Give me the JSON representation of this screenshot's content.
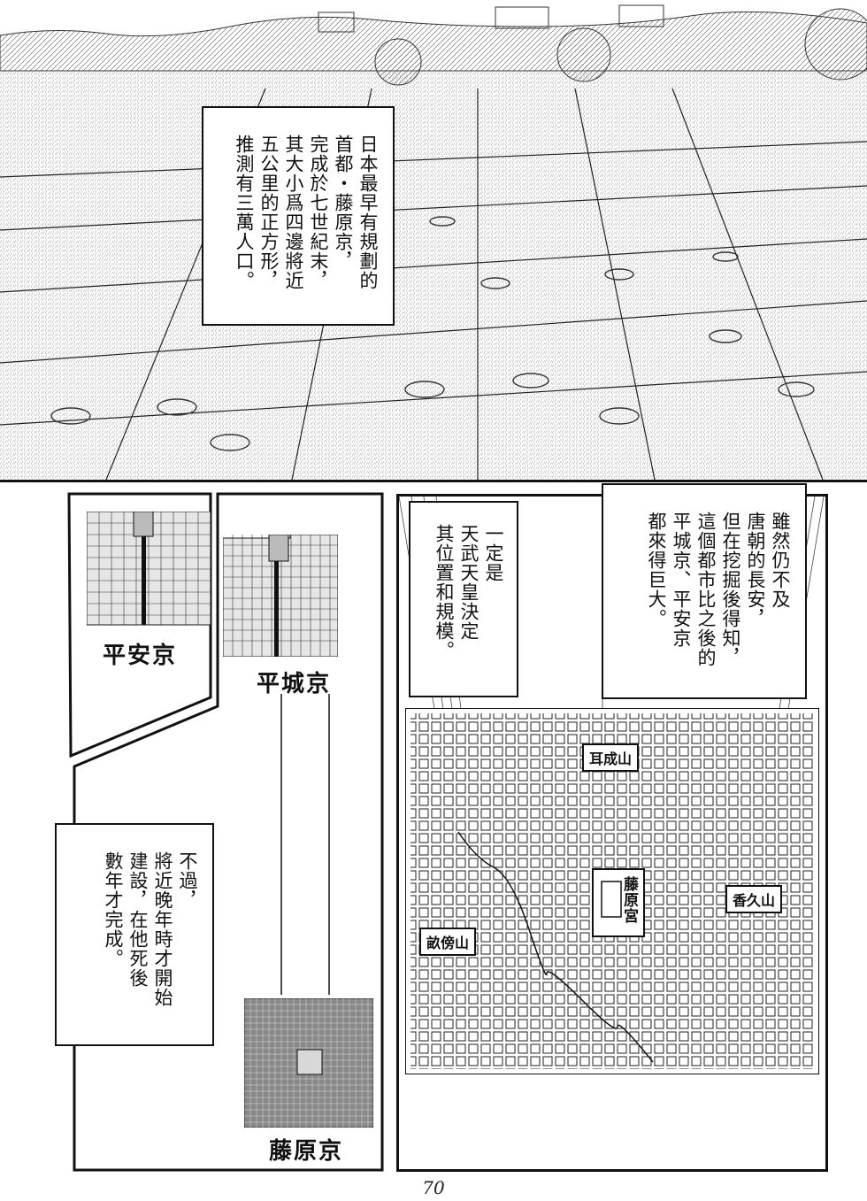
{
  "captions": {
    "top": "日本最早有規劃的\n首都・藤原京，\n完成於七世紀末，\n其大小爲四邊將近\n五公里的正方形，\n推測有三萬人口。",
    "emperor": "一定是\n天武天皇決定\n其位置和規模。",
    "comparison": "雖然仍不及\n唐朝的長安，\n但在挖掘後得知，\n這個都市比之後的\n平城京、平安京\n都來得巨大。",
    "late": "不過，\n將近晚年時才開始\n建設，在他死後\n數年才完成。"
  },
  "cities": {
    "heian": "平安京",
    "heijo": "平城京",
    "fujiwara": "藤原京"
  },
  "map_labels": {
    "miminashi": "耳成山",
    "kagu": "香久山",
    "unebi": "畝傍山",
    "palace": "藤原宮"
  },
  "page_number": "70"
}
